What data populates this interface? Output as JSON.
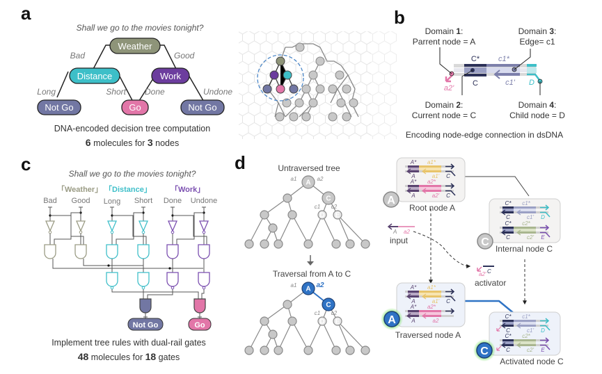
{
  "panels": {
    "a": {
      "label": "a",
      "question": "Shall we go to the movies tonight?",
      "nodes": {
        "weather": "Weather",
        "distance": "Distance",
        "work": "Work",
        "notgo_left": "Not Go",
        "go": "Go",
        "notgo_right": "Not Go"
      },
      "edges": {
        "bad": "Bad",
        "good": "Good",
        "long": "Long",
        "short": "Short",
        "done": "Done",
        "undone": "Undone"
      },
      "caption_line1": "DNA-encoded decision tree computation",
      "caption_num1": "6",
      "caption_mid": " molecules for ",
      "caption_num2": "3",
      "caption_end": " nodes"
    },
    "b": {
      "label": "b",
      "domain1_title": "Domain ",
      "domain1_num": "1",
      "domain1_desc": "Parrent node = A",
      "domain2_title": "Domain ",
      "domain2_num": "2",
      "domain2_desc": "Current node = C",
      "domain3_title": "Domain ",
      "domain3_num": "3",
      "domain3_desc": "Edge= c1",
      "domain4_title": "Domain ",
      "domain4_num": "4",
      "domain4_desc": "Child node = D",
      "strand_labels": {
        "c_star": "C*",
        "c": "C",
        "c1_star": "c1*",
        "c1_prime": "c1'",
        "d": "D",
        "a2_prime": "a2'"
      },
      "caption": "Encoding node-edge connection in dsDNA"
    },
    "c": {
      "label": "c",
      "question": "Shall we go to the movies tonight?",
      "groups": [
        {
          "title": "「Weather」",
          "inputs": [
            "Bad",
            "Good"
          ],
          "color": "#9a9b84"
        },
        {
          "title": "「Distance」",
          "inputs": [
            "Long",
            "Short"
          ],
          "color": "#3fbfc9"
        },
        {
          "title": "「Work」",
          "inputs": [
            "Done",
            "Undone"
          ],
          "color": "#7b4fb0"
        }
      ],
      "outputs": {
        "notgo": "Not Go",
        "go": "Go"
      },
      "caption_line1": "Implement tree rules with dual-rail gates",
      "caption_num1": "48",
      "caption_mid": " molecules for ",
      "caption_num2": "18",
      "caption_end": " gates"
    },
    "d": {
      "label": "d",
      "untraversed_title": "Untraversed tree",
      "traversal_title": "Traversal from A to C",
      "node_labels": {
        "a": "A",
        "c": "C",
        "d": "D",
        "e": "E"
      },
      "edge_labels": {
        "a1": "a1",
        "a2": "a2",
        "c1": "c1",
        "c2": "c2"
      },
      "root_node": "Root node A",
      "internal_node": "Internal node C",
      "input_label": "input",
      "activator_label": "activator",
      "traversed_node": "Traversed node A",
      "activated_node": "Activated node C",
      "strand_labels": {
        "a_star": "A*",
        "a": "A",
        "a1_star": "a1*",
        "a1_prime": "a1'",
        "a2_star": "a2*",
        "a2_prime": "a2'",
        "a2": "a2",
        "c_star": "C*",
        "c": "C",
        "c1_star": "c1*",
        "c1_prime": "c1'",
        "c2_star": "c2*",
        "c2_prime": "c2'",
        "d": "D",
        "e": "E"
      }
    }
  },
  "colors": {
    "weather": "#8e9479",
    "distance": "#3dbfc8",
    "work": "#6c3d9e",
    "notgo": "#7277a3",
    "go": "#e276a8",
    "traversed_blue": "#2f73c5",
    "grey_node": "#c8c8c8",
    "navy": "#2c3158"
  }
}
